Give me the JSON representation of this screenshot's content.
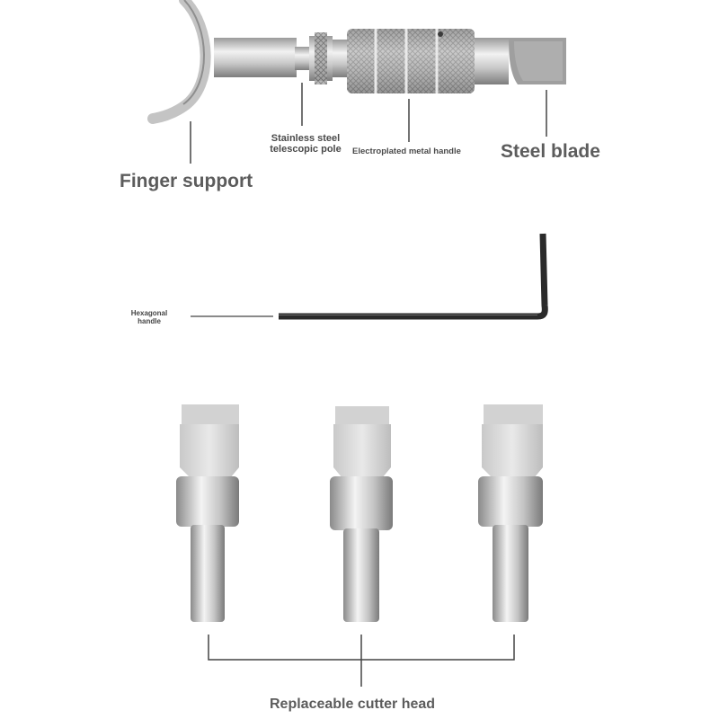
{
  "labels": {
    "finger_support": "Finger support",
    "telescopic_pole": "Stainless steel telescopic pole",
    "metal_handle": "Electroplated metal handle",
    "steel_blade": "Steel blade",
    "hexagonal_handle": "Hexagonal handle",
    "cutter_head": "Replaceable cutter head"
  },
  "colors": {
    "metal_light": "#e6e6e6",
    "metal_mid": "#b8b8b8",
    "metal_dark": "#7a7a7a",
    "wrench": "#2a2a2a",
    "leader_line": "#444444",
    "label_text": "#5c5c5c"
  }
}
